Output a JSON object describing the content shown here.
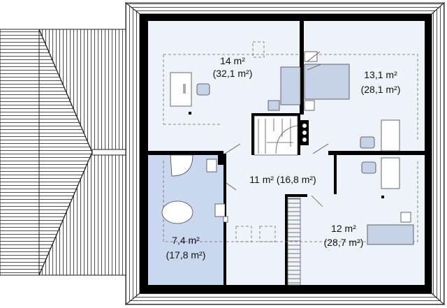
{
  "rooms": [
    {
      "id": "bedroom-nw",
      "area": "14 m²",
      "gross_area": "(32,1 m²)"
    },
    {
      "id": "bedroom-ne",
      "area": "13,1 m²",
      "gross_area": "(28,1 m²)"
    },
    {
      "id": "hall",
      "area": "11 m² (16,8 m²)"
    },
    {
      "id": "bathroom",
      "area": "7,4 m²",
      "gross_area": "(17,8 m²)"
    },
    {
      "id": "bedroom-se",
      "area": "12 m²",
      "gross_area": "(28,7 m²)"
    }
  ],
  "colors": {
    "wall": "#000000",
    "floor": "#eef2f9",
    "bathroom_floor": "#c9d8ee",
    "furniture_fill": "#c6d2e8",
    "roof_line": "#222222",
    "dashed": "#6a6a6a"
  },
  "icons": [
    "roof-hatching",
    "staircase",
    "bathtub",
    "shower",
    "toilet",
    "bed",
    "desk",
    "chair",
    "door-swing"
  ]
}
